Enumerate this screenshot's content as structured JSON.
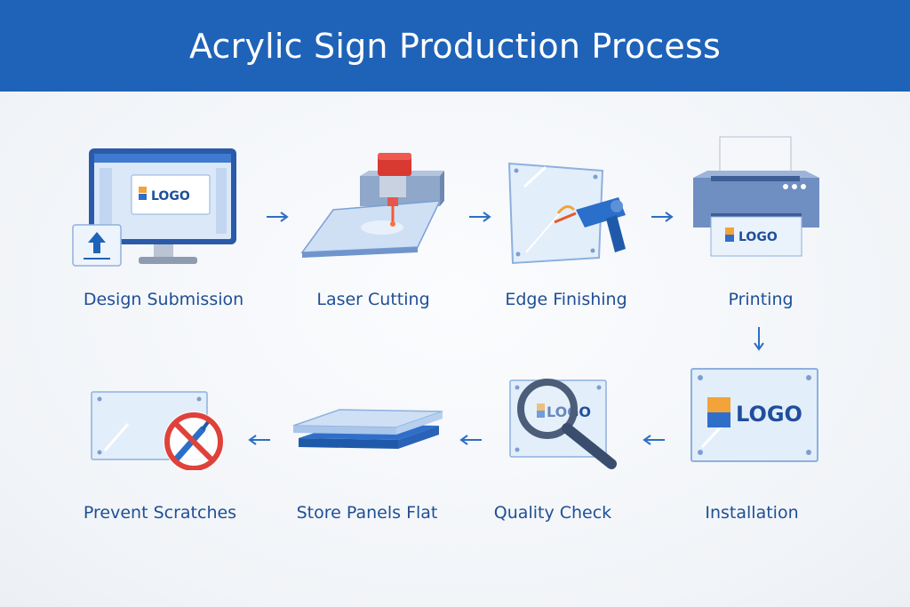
{
  "title": "Acrylic Sign Production Process",
  "logo_text": "LOGO",
  "colors": {
    "header": "#1f63b8",
    "label": "#1e4f96",
    "arrow": "#2d6fc4",
    "logo_orange": "#f2a33a",
    "logo_blue": "#2f6fc9",
    "prohibit_red": "#e0413a"
  },
  "steps": [
    {
      "label": "Design Submission",
      "icon": "computer-monitor-upload-icon"
    },
    {
      "label": "Laser Cutting",
      "icon": "laser-cutter-icon"
    },
    {
      "label": "Edge Finishing",
      "icon": "heat-gun-polishing-icon"
    },
    {
      "label": "Printing",
      "icon": "printer-icon"
    },
    {
      "label": "Installation",
      "icon": "mounted-sign-icon"
    },
    {
      "label": "Quality Check",
      "icon": "magnifying-glass-icon"
    },
    {
      "label": "Store Panels Flat",
      "icon": "stacked-panels-icon"
    },
    {
      "label": "Prevent Scratches",
      "icon": "no-scratch-icon"
    }
  ],
  "connections": [
    {
      "from": "Design Submission",
      "to": "Laser Cutting"
    },
    {
      "from": "Laser Cutting",
      "to": "Edge Finishing"
    },
    {
      "from": "Edge Finishing",
      "to": "Printing"
    },
    {
      "from": "Printing",
      "to": "Installation"
    },
    {
      "from": "Installation",
      "to": "Quality Check"
    },
    {
      "from": "Quality Check",
      "to": "Store Panels Flat"
    },
    {
      "from": "Store Panels Flat",
      "to": "Prevent Scratches"
    }
  ]
}
